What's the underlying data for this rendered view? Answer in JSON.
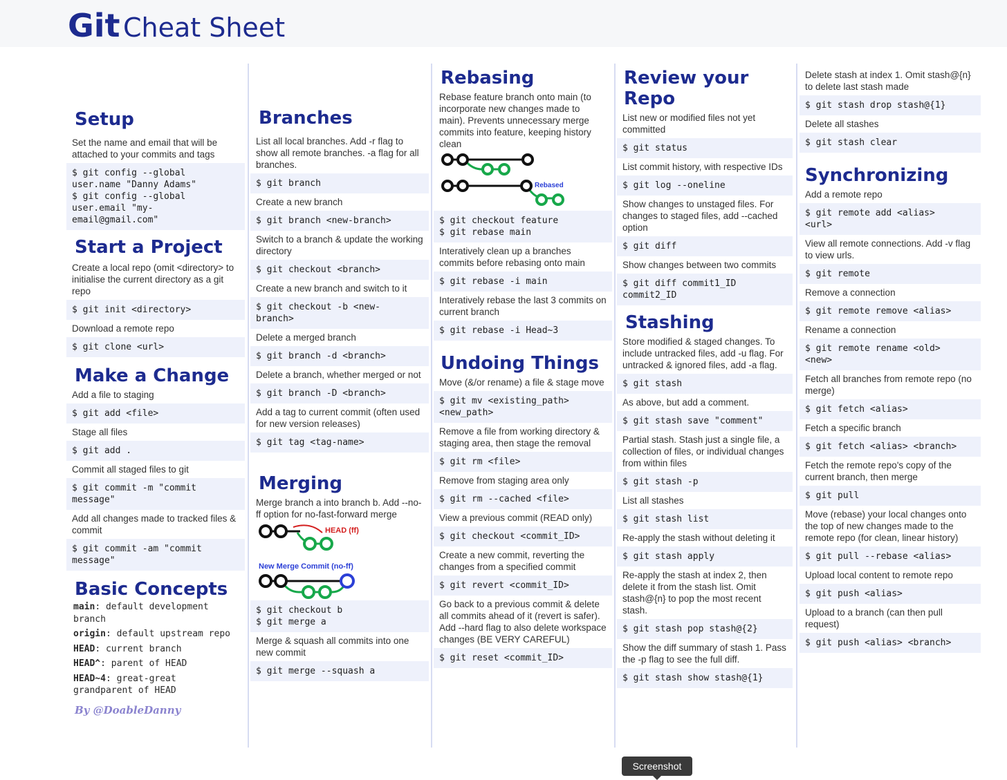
{
  "title": {
    "bold": "Git",
    "rest": "Cheat Sheet"
  },
  "setup": {
    "heading": "Setup",
    "desc": "Set the name and email that will be attached to your commits and tags",
    "code": "$ git config --global\nuser.name \"Danny Adams\"\n$ git config --global\nuser.email \"my-\nemail@gmail.com\""
  },
  "start": {
    "heading": "Start a Project",
    "items": [
      {
        "desc": "Create a local repo (omit <directory> to initialise the current directory as a git repo",
        "code": "$ git init <directory>"
      },
      {
        "desc": "Download a remote repo",
        "code": "$ git clone <url>"
      }
    ]
  },
  "change": {
    "heading": "Make a Change",
    "items": [
      {
        "desc": "Add a file to staging",
        "code": "$ git add <file>"
      },
      {
        "desc": "Stage all files",
        "code": "$ git add ."
      },
      {
        "desc": "Commit all staged files to git",
        "code": "$ git commit -m \"commit\nmessage\""
      },
      {
        "desc": "Add all changes made to tracked files & commit",
        "code": "$ git commit -am \"commit\nmessage\""
      }
    ]
  },
  "concepts": {
    "heading": "Basic Concepts",
    "items": [
      {
        "term": "main",
        "def": ": default development branch"
      },
      {
        "term": "origin",
        "def": ": default upstream repo"
      },
      {
        "term": "HEAD",
        "def": ": current branch"
      },
      {
        "term": "HEAD^",
        "def": ": parent of HEAD"
      },
      {
        "term": "HEAD~4",
        "def": ": great-great grandparent of HEAD"
      }
    ],
    "byline": "By @DoableDanny"
  },
  "branches": {
    "heading": "Branches",
    "items": [
      {
        "desc": "List all local branches. Add -r flag to show all remote branches. -a flag for all branches.",
        "code": "$ git branch"
      },
      {
        "desc": "Create a new branch",
        "code": "$ git branch <new-branch>"
      },
      {
        "desc": "Switch to a branch & update the working directory",
        "code": "$ git checkout <branch>"
      },
      {
        "desc": "Create a new branch and switch to it",
        "code": "$ git checkout -b <new-\nbranch>"
      },
      {
        "desc": "Delete a merged branch",
        "code": "$ git branch -d <branch>"
      },
      {
        "desc": "Delete a branch, whether merged or not",
        "code": "$ git branch -D <branch>"
      },
      {
        "desc": "Add a tag to current commit (often used for new version releases)",
        "code": "$ git tag <tag-name>"
      }
    ]
  },
  "merging": {
    "heading": "Merging",
    "desc": "Merge branch a into branch b. Add --no-ff option for no-fast-forward merge",
    "label_ff": "HEAD (ff)",
    "label_noff": "New Merge Commit (no-ff)",
    "items": [
      {
        "desc": "",
        "code": "$ git checkout b\n$ git merge a"
      },
      {
        "desc": "Merge & squash all commits into one new commit",
        "code": "$ git merge --squash a"
      }
    ]
  },
  "rebasing": {
    "heading": "Rebasing",
    "desc": "Rebase feature branch onto main (to incorporate new changes made to main). Prevents unnecessary merge commits into feature, keeping history clean",
    "label_rebased": "Rebased",
    "items": [
      {
        "desc": "",
        "code": "$ git checkout feature\n$ git rebase main"
      },
      {
        "desc": "Interatively clean up a branches commits before rebasing onto main",
        "code": "$ git rebase -i main"
      },
      {
        "desc": "Interatively rebase the last 3 commits on current branch",
        "code": "$ git rebase -i Head~3"
      }
    ]
  },
  "undoing": {
    "heading": "Undoing Things",
    "items": [
      {
        "desc": "Move (&/or rename) a file & stage move",
        "code": "$ git mv <existing_path>\n<new_path>"
      },
      {
        "desc": "Remove a file from working directory & staging area, then stage the removal",
        "code": "$ git rm <file>"
      },
      {
        "desc": "Remove from staging area only",
        "code": "$ git rm --cached <file>"
      },
      {
        "desc": "View a previous commit (READ only)",
        "code": "$ git checkout <commit_ID>"
      },
      {
        "desc": "Create a new commit, reverting the changes from a specified commit",
        "code": "$ git revert <commit_ID>"
      },
      {
        "desc": "Go back to a previous commit & delete all commits ahead of it (revert is safer). Add --hard flag to also delete workspace changes (BE VERY CAREFUL)",
        "code": "$ git reset <commit_ID>"
      }
    ]
  },
  "review": {
    "heading": "Review your Repo",
    "items": [
      {
        "desc": "List new or modified files not yet committed",
        "code": "$ git status"
      },
      {
        "desc": "List commit history, with respective IDs",
        "code": "$ git log --oneline"
      },
      {
        "desc": "Show changes to unstaged files. For changes to staged files, add --cached option",
        "code": "$ git diff"
      },
      {
        "desc": "Show changes between two commits",
        "code": "$ git diff commit1_ID\ncommit2_ID"
      }
    ]
  },
  "stashing": {
    "heading": "Stashing",
    "items": [
      {
        "desc": "Store modified & staged changes. To include untracked files, add -u flag. For untracked & ignored files, add -a flag.",
        "code": "$ git stash"
      },
      {
        "desc": "As above, but add a comment.",
        "code": "$ git stash save \"comment\""
      },
      {
        "desc": "Partial stash. Stash just a single file, a collection of files, or individual changes from within files",
        "code": "$ git stash -p"
      },
      {
        "desc": "List all stashes",
        "code": "$ git stash list"
      },
      {
        "desc": "Re-apply the stash without deleting it",
        "code": "$ git stash apply"
      },
      {
        "desc": "Re-apply the stash at index 2, then delete it from the stash list. Omit stash@{n} to pop the most recent stash.",
        "code": "$ git stash pop stash@{2}"
      },
      {
        "desc": "Show the diff summary of stash 1. Pass the -p flag to see the full diff.",
        "code": "$ git stash show stash@{1}"
      }
    ]
  },
  "stash_more": {
    "items": [
      {
        "desc": "Delete stash at index 1. Omit stash@{n} to delete last stash made",
        "code": "$ git stash drop stash@{1}"
      },
      {
        "desc": "Delete all stashes",
        "code": "$ git stash clear"
      }
    ]
  },
  "sync": {
    "heading": "Synchronizing",
    "items": [
      {
        "desc": "Add a remote repo",
        "code": "$ git remote add <alias>\n<url>"
      },
      {
        "desc": "View all remote connections. Add -v flag to view urls.",
        "code": "$ git remote"
      },
      {
        "desc": "Remove a connection",
        "code": "$ git remote remove <alias>"
      },
      {
        "desc": "Rename a connection",
        "code": "$ git remote rename <old>\n<new>"
      },
      {
        "desc": "Fetch all branches from remote repo (no merge)",
        "code": "$ git fetch <alias>"
      },
      {
        "desc": "Fetch a specific branch",
        "code": "$ git fetch <alias> <branch>"
      },
      {
        "desc": "Fetch the remote repo's copy of the current branch, then merge",
        "code": "$ git pull"
      },
      {
        "desc": "Move (rebase) your local changes onto the top of new changes made to the remote repo (for clean, linear history)",
        "code": "$ git pull --rebase <alias>"
      },
      {
        "desc": "Upload local content to remote repo",
        "code": "$ git push <alias>"
      },
      {
        "desc": "Upload to a branch (can then pull request)",
        "code": "$ git push <alias> <branch>"
      }
    ]
  },
  "tooltip": "Screenshot",
  "colors": {
    "heading": "#1d2b8f",
    "code_bg": "#eef1fb",
    "green": "#17a84a",
    "blue": "#2b3fd6",
    "red": "#d42020"
  }
}
